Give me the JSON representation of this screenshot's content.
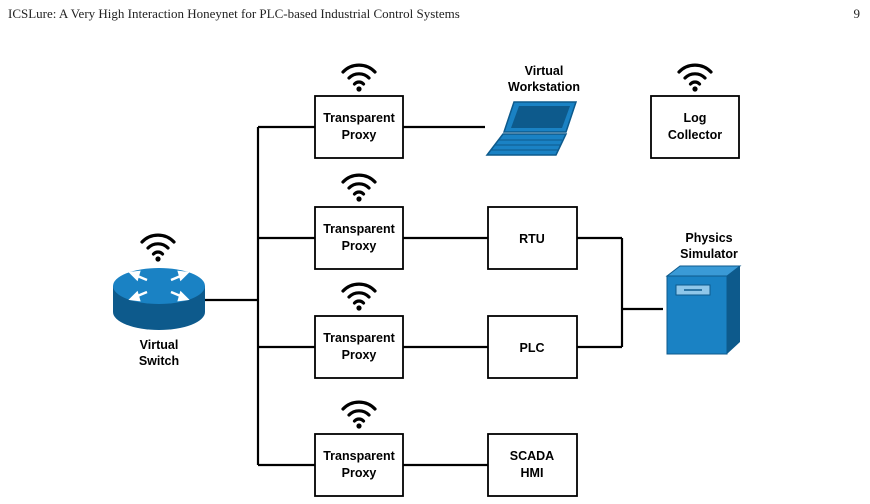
{
  "header": {
    "title": "ICSLure: A Very High Interaction Honeynet for PLC-based Industrial Control Systems",
    "page_number": "9"
  },
  "diagram": {
    "switch_label": [
      "Virtual",
      "Switch"
    ],
    "proxy_label": [
      "Transparent",
      "Proxy"
    ],
    "workstation_label": [
      "Virtual",
      "Workstation"
    ],
    "log_collector_label": [
      "Log",
      "Collector"
    ],
    "rtu_label": "RTU",
    "plc_label": "PLC",
    "scada_label": [
      "SCADA",
      "HMI"
    ],
    "physics_label": [
      "Physics",
      "Simulator"
    ],
    "colors": {
      "device_blue": "#1a82c4",
      "device_dark": "#0d5a8c",
      "line": "#000000"
    }
  }
}
